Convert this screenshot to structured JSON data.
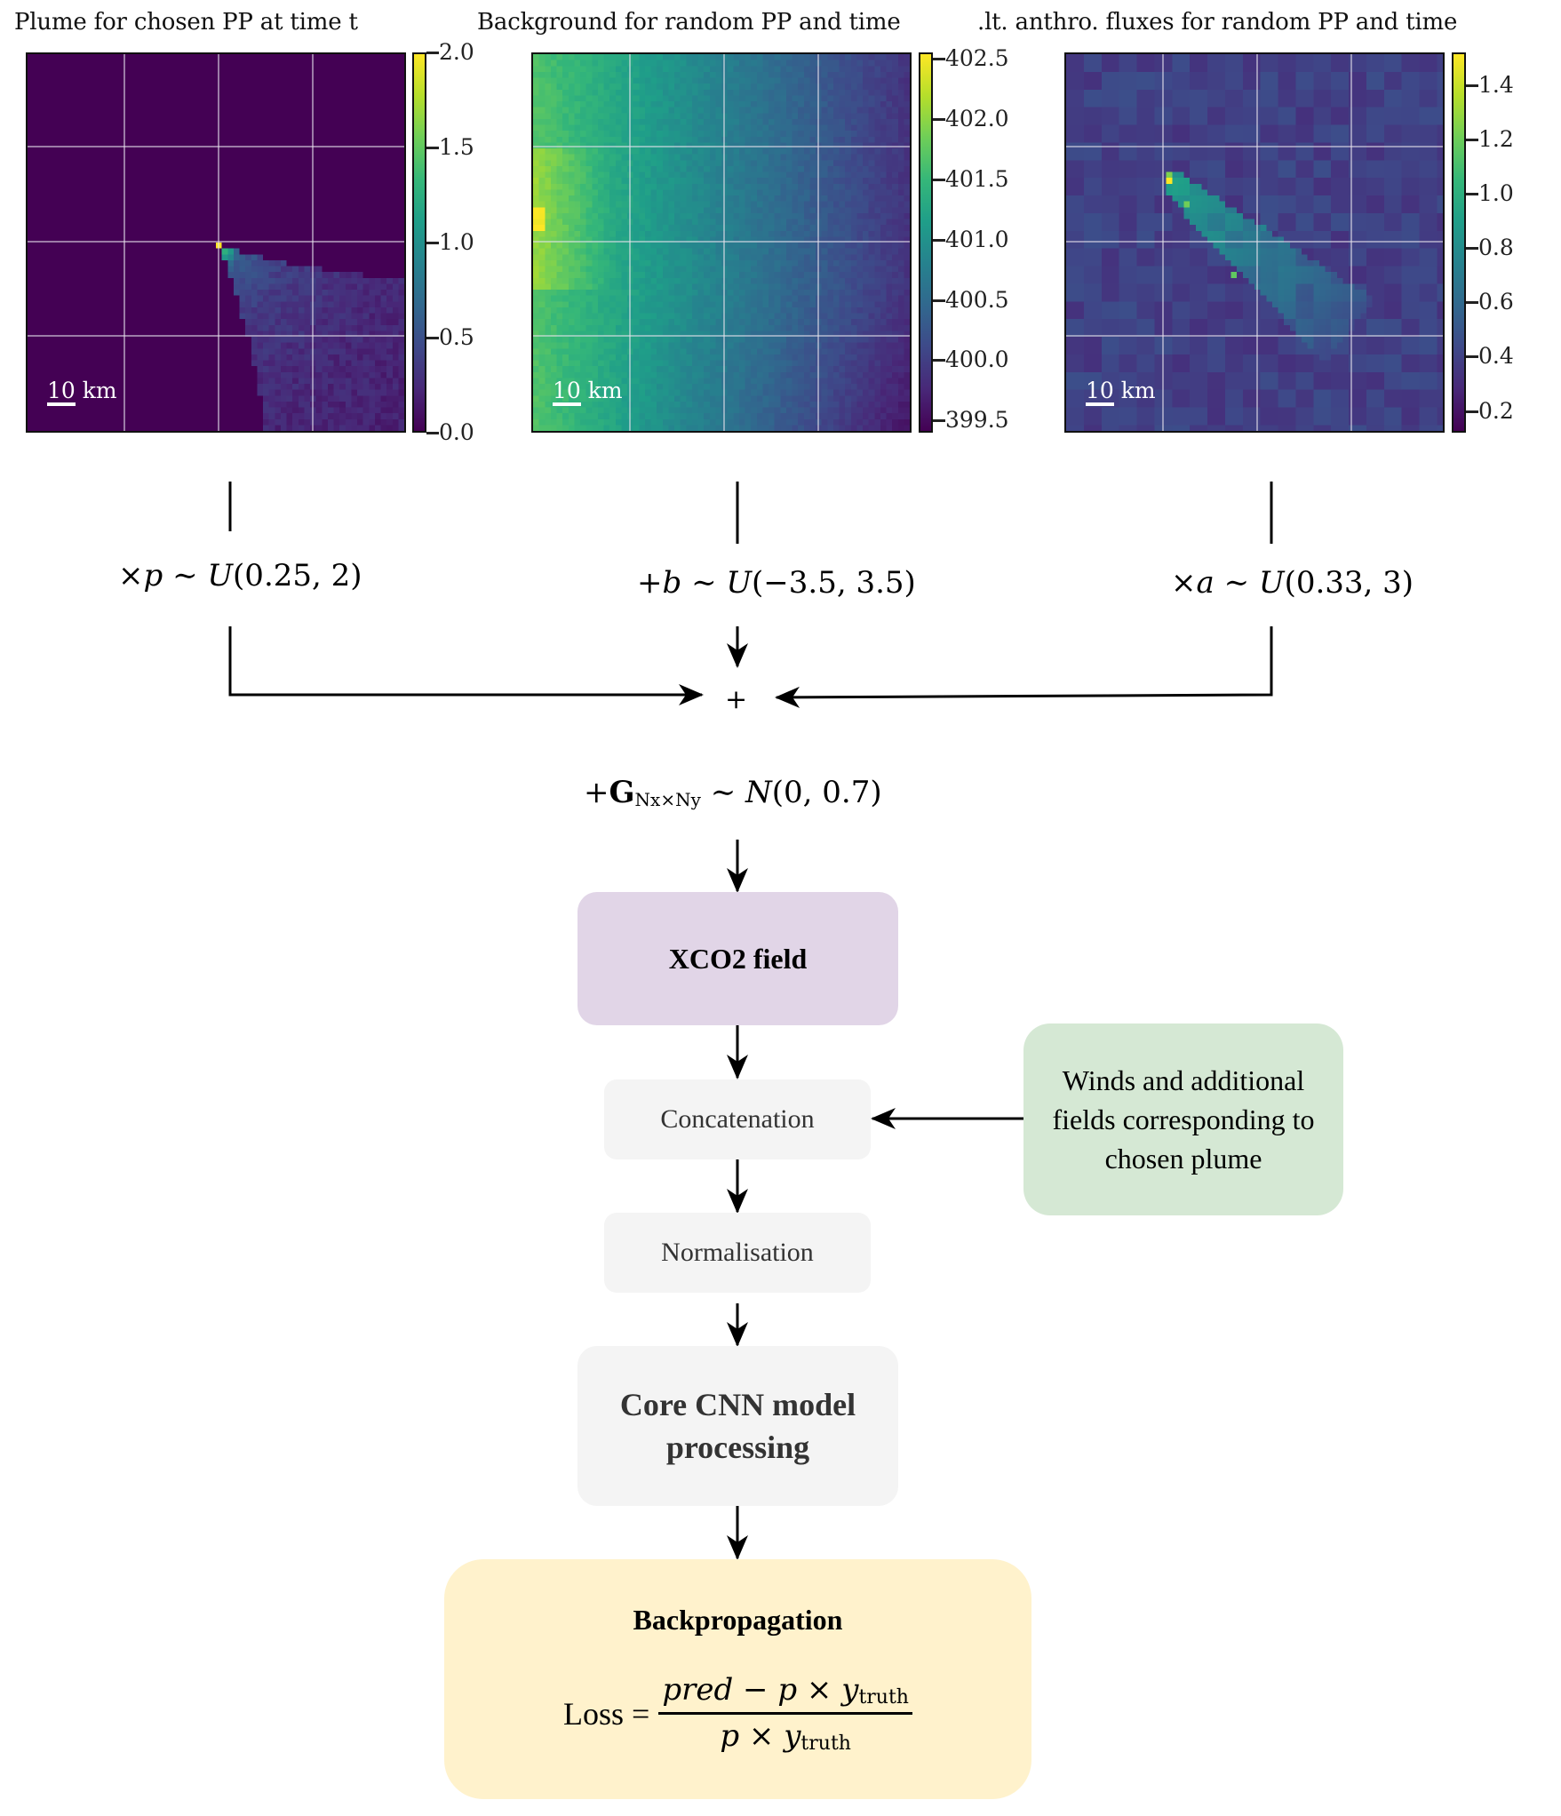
{
  "panels": [
    {
      "id": "plume",
      "title": "Plume for chosen PP at time t",
      "scale_bar": {
        "value": "10",
        "unit": "km"
      },
      "colorbar": {
        "colormap": "viridis",
        "min": 0.0,
        "max": 2.0,
        "ticks": [
          "2.0",
          "1.5",
          "1.0",
          "0.5",
          "0.0"
        ],
        "tick_values": [
          2.0,
          1.5,
          1.0,
          0.5,
          0.0
        ]
      }
    },
    {
      "id": "background",
      "title": "Background for random PP and time",
      "scale_bar": {
        "value": "10",
        "unit": "km"
      },
      "colorbar": {
        "colormap": "viridis",
        "min": 399.4,
        "max": 402.55,
        "ticks": [
          "402.5",
          "402.0",
          "401.5",
          "401.0",
          "400.5",
          "400.0",
          "399.5"
        ],
        "tick_values": [
          402.5,
          402.0,
          401.5,
          401.0,
          400.5,
          400.0,
          399.5
        ]
      }
    },
    {
      "id": "anthro",
      "title": ".lt. anthro. fluxes for random PP and time",
      "scale_bar": {
        "value": "10",
        "unit": "km"
      },
      "colorbar": {
        "colormap": "viridis",
        "min": 0.12,
        "max": 1.52,
        "ticks": [
          "1.4",
          "1.2",
          "1.0",
          "0.8",
          "0.6",
          "0.4",
          "0.2"
        ],
        "tick_values": [
          1.4,
          1.2,
          1.0,
          0.8,
          0.6,
          0.4,
          0.2
        ]
      }
    }
  ],
  "formulas": {
    "plume_scale": {
      "op": "×",
      "var": "p",
      "dist": "U",
      "args": "(0.25, 2)"
    },
    "background_offset": {
      "op": "+",
      "var": "b",
      "dist": "U",
      "args": "(−3.5, 3.5)"
    },
    "anthro_scale": {
      "op": "×",
      "var": "a",
      "dist": "U",
      "args": "(0.33, 3)"
    },
    "sum_symbol": "+",
    "noise": {
      "op": "+",
      "var": "G",
      "subscript": "Nx×Ny",
      "dist": "N",
      "args": "(0, 0.7)"
    },
    "tilde": "∼"
  },
  "flow": {
    "xco2": "XCO2 field",
    "concatenation": "Concatenation",
    "normalisation": "Normalisation",
    "cnn": "Core CNN model processing",
    "winds": "Winds and additional fields corresponding to chosen plume",
    "backprop": {
      "title": "Backpropagation",
      "loss_label": "Loss =",
      "numerator": {
        "pred": "pred",
        "minus": " − ",
        "p": "p",
        "times": " × ",
        "y": "y",
        "sub": "truth"
      },
      "denominator": {
        "p": "p",
        "times": " × ",
        "y": "y",
        "sub": "truth"
      }
    }
  },
  "colors": {
    "xco2_box": "#e1d5e7",
    "grey_box": "#f4f4f4",
    "winds_box": "#d5e8d4",
    "backprop_box": "#fff2cc"
  }
}
